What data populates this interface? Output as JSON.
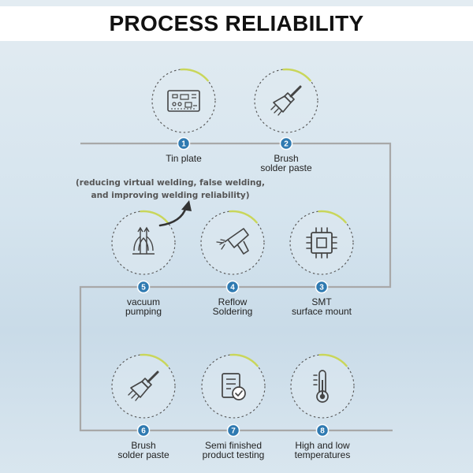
{
  "title": "PROCESS RELIABILITY",
  "note": {
    "line1": "(reducing virtual welding, false welding,",
    "line2": "and improving welding reliability)"
  },
  "colors": {
    "accent": "#2f7ab1",
    "circle_arc": "#c9d65a",
    "line": "#a8a8a8",
    "icon": "#444444"
  },
  "steps": [
    {
      "number": "1",
      "label_lines": [
        "Tin plate"
      ],
      "icon": "circuit-board-icon"
    },
    {
      "number": "2",
      "label_lines": [
        "Brush",
        "solder paste"
      ],
      "icon": "brush-icon"
    },
    {
      "number": "3",
      "label_lines": [
        "SMT",
        "surface mount"
      ],
      "icon": "chip-icon"
    },
    {
      "number": "4",
      "label_lines": [
        "Reflow",
        "Soldering"
      ],
      "icon": "soldering-gun-icon"
    },
    {
      "number": "5",
      "label_lines": [
        "vacuum",
        "pumping"
      ],
      "icon": "vacuum-icon"
    },
    {
      "number": "6",
      "label_lines": [
        "Brush",
        "solder paste"
      ],
      "icon": "brush-icon"
    },
    {
      "number": "7",
      "label_lines": [
        "Semi finished",
        "product testing"
      ],
      "icon": "checklist-icon"
    },
    {
      "number": "8",
      "label_lines": [
        "High and low",
        "temperatures"
      ],
      "icon": "thermometer-icon"
    }
  ]
}
